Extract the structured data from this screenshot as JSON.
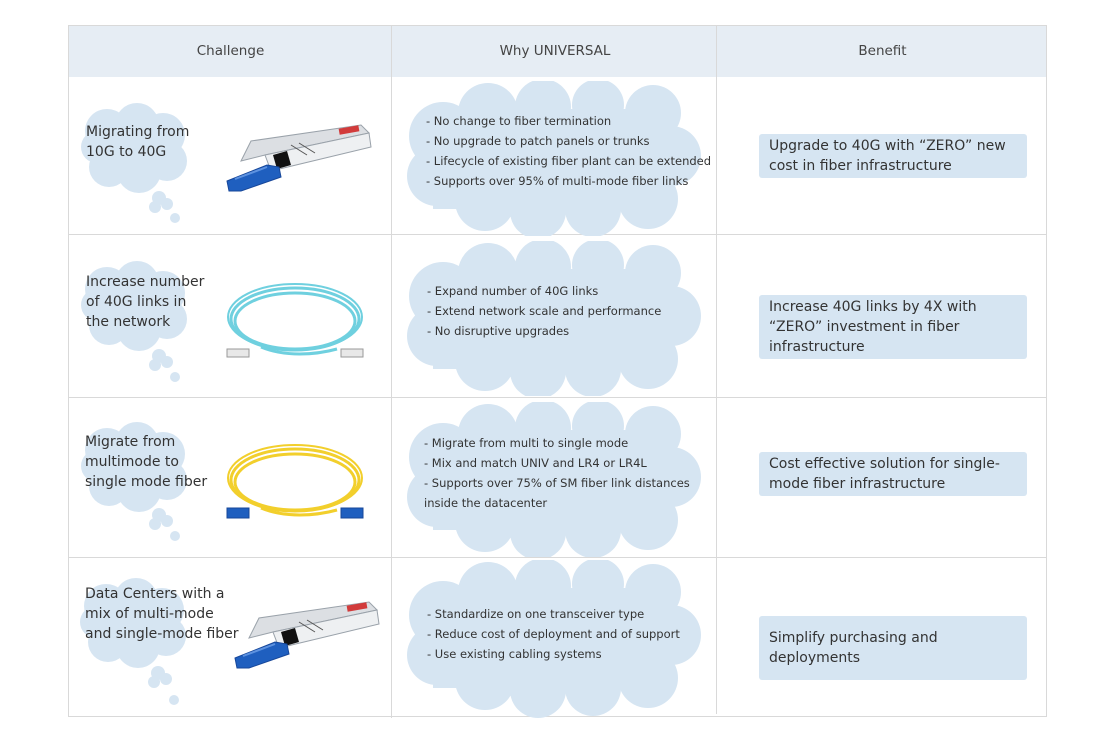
{
  "header": {
    "challenge": "Challenge",
    "why": "Why UNIVERSAL",
    "benefit": "Benefit"
  },
  "rows": [
    {
      "challenge": [
        "Migrating from",
        "10G to 40G"
      ],
      "product_icon": "qsfp-transceiver-icon",
      "why": [
        "- No change to fiber termination",
        "- No upgrade to patch panels or trunks",
        "- Lifecycle of existing fiber plant can be extended",
        "- Supports over 95% of multi-mode fiber links"
      ],
      "benefit": "Upgrade to 40G with “ZERO” new cost in fiber infrastructure"
    },
    {
      "challenge": [
        "Increase number",
        "of 40G links in",
        "the network"
      ],
      "product_icon": "aqua-fiber-patch-cable-icon",
      "why": [
        "- Expand number of 40G links",
        "- Extend network scale and performance",
        "- No disruptive upgrades"
      ],
      "benefit": "Increase 40G links by 4X with “ZERO” investment in fiber infrastructure"
    },
    {
      "challenge": [
        "Migrate from",
        "multimode to",
        "single mode fiber"
      ],
      "product_icon": "yellow-fiber-patch-cable-icon",
      "why": [
        " - Migrate from multi to single mode",
        " - Mix and match UNIV and  LR4 or LR4L",
        " - Supports over 75% of SM fiber link distances",
        "inside the datacenter"
      ],
      "benefit": "Cost effective solution for single-mode fiber infrastructure"
    },
    {
      "challenge": [
        "Data Centers with a",
        "mix of multi-mode",
        "and single-mode fiber"
      ],
      "product_icon": "qsfp-transceiver-icon",
      "why": [
        "- Standardize on one transceiver type",
        "- Reduce cost of deployment and of support",
        "- Use existing cabling systems"
      ],
      "benefit": "Simplify purchasing and deployments"
    }
  ],
  "colors": {
    "header_bg": "#e6edf4",
    "cloud": "#d6e5f2",
    "grid": "#d9d9d9",
    "module_blue": "#1f5fbf",
    "aqua_cable": "#6fd0df",
    "yellow_cable": "#f2cf2c"
  }
}
